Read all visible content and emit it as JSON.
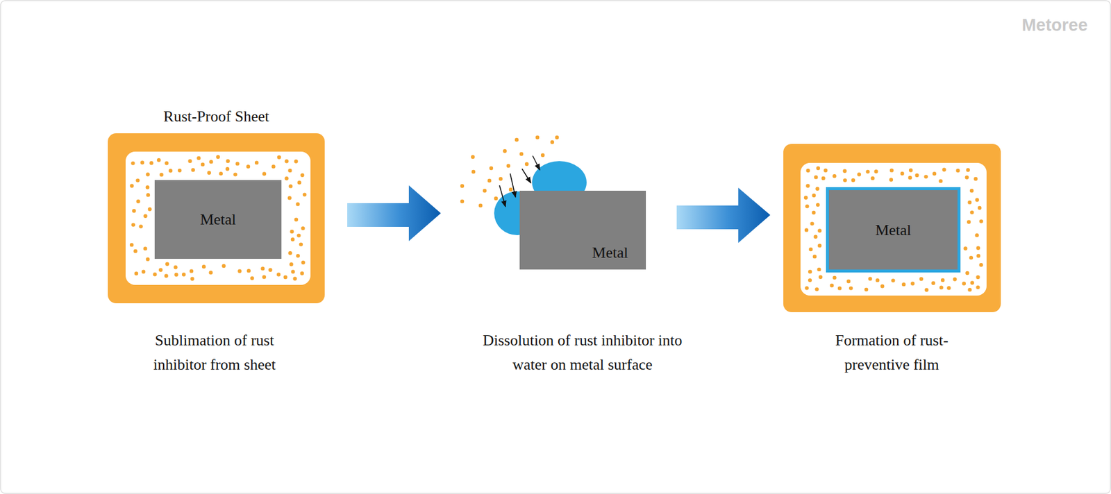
{
  "diagram": {
    "nodes": [
      {
        "text": [
          "Rust-Proof Sheet"
        ]
      },
      {
        "text": [
          "Metal"
        ],
        "in": 0
      },
      {
        "text": [
          "Metal"
        ]
      },
      {
        "text": [
          "Metal"
        ]
      }
    ],
    "labels": [
      "Sublimation of rust inhibitor from sheet",
      "Dissolution of rust inhibitor into water on metal surface",
      "Formation of rust-preventive film",
      "Metoree"
    ]
  }
}
